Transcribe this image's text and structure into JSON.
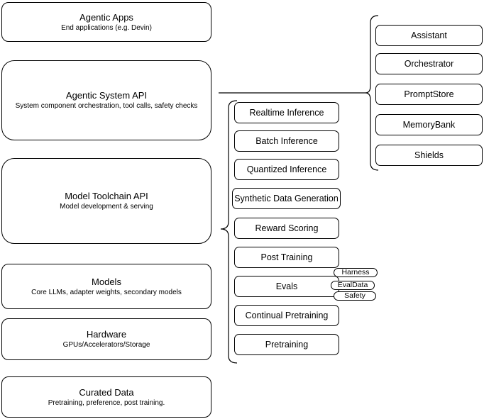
{
  "colors": {
    "background": "#ffffff",
    "box_fill": "#ffffff",
    "stroke": "#000000",
    "text": "#000000"
  },
  "layers": [
    {
      "title": "Agentic Apps",
      "subtitle": "End applications (e.g. Devin)"
    },
    {
      "title": "Agentic System API",
      "subtitle": "System component orchestration, tool calls, safety checks"
    },
    {
      "title": "Model Toolchain API",
      "subtitle": "Model development & serving"
    },
    {
      "title": "Models",
      "subtitle": "Core LLMs, adapter weights, secondary models"
    },
    {
      "title": "Hardware",
      "subtitle": "GPUs/Accelerators/Storage"
    },
    {
      "title": "Curated Data",
      "subtitle": "Pretraining, preference, post training."
    }
  ],
  "toolchain_nodes": [
    "Realtime Inference",
    "Batch Inference",
    "Quantized Inference",
    "Synthetic Data Generation",
    "Reward Scoring",
    "Post Training",
    "Evals",
    "Continual Pretraining",
    "Pretraining"
  ],
  "system_nodes": [
    "Assistant",
    "Orchestrator",
    "PromptStore",
    "MemoryBank",
    "Shields"
  ],
  "eval_pills": [
    "Harness",
    "EvalData",
    "Safety"
  ]
}
